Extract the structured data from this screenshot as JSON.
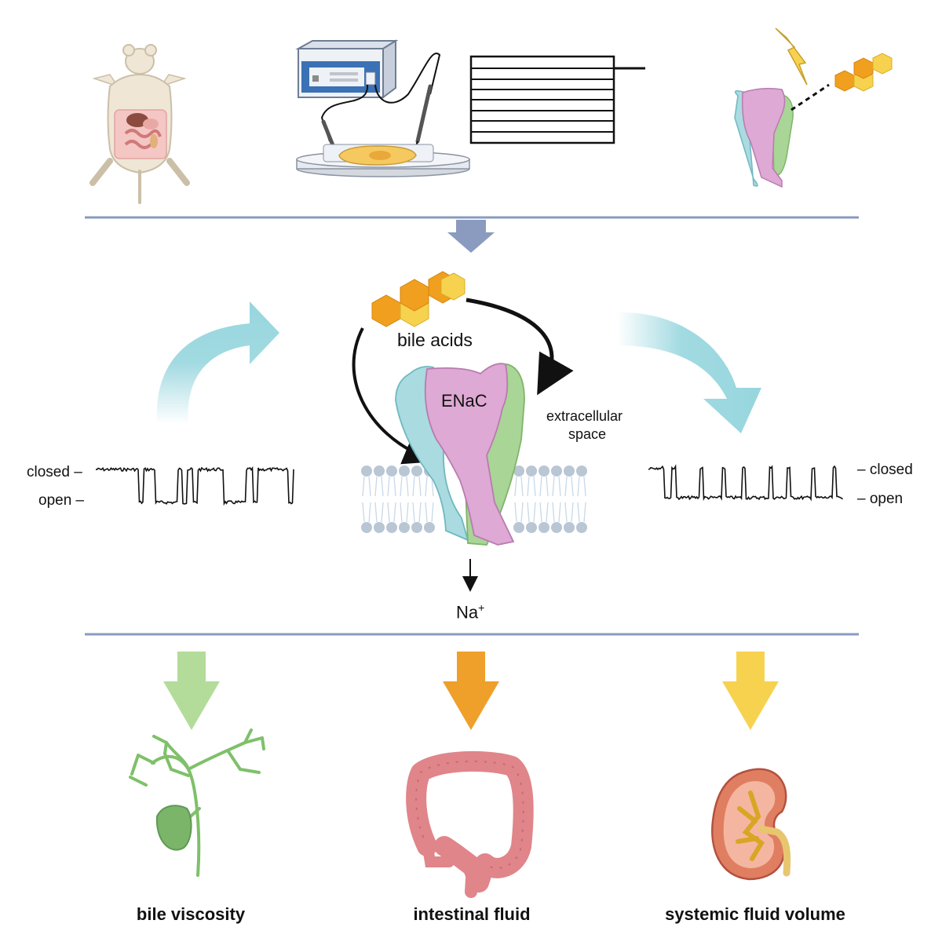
{
  "labels": {
    "bile_acids": "bile acids",
    "channel": "ENaC",
    "extracellular_line1": "extracellular",
    "extracellular_line2": "space",
    "sodium": "Na",
    "sodium_charge": "+",
    "left_closed": "closed –",
    "left_open": "open –",
    "right_closed": "– closed",
    "right_open": "– open"
  },
  "outcomes": [
    {
      "label": "bile viscosity",
      "color": "#b3dc9a",
      "icon": "gallbladder-icon"
    },
    {
      "label": "intestinal fluid",
      "color": "#eea02a",
      "icon": "intestine-icon"
    },
    {
      "label": "systemic fluid volume",
      "color": "#f7d24f",
      "icon": "kidney-icon"
    }
  ],
  "colors": {
    "divider": "#8a9bbf",
    "flow_arrow": "#97d6de",
    "enac_pink": "#dea9d4",
    "enac_teal": "#a9dbe0",
    "enac_green": "#a9d596",
    "bile_acid_orange": "#f0a01e",
    "bile_acid_yellow": "#f7d24f"
  },
  "icons": [
    "mouse-dissection-icon",
    "patch-clamp-rig-icon",
    "voltage-protocol-icon",
    "photoactivation-icon"
  ]
}
